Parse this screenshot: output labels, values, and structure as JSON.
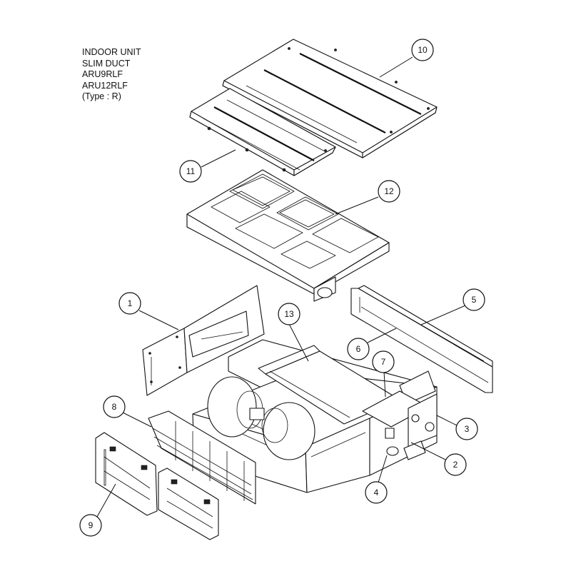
{
  "title": {
    "lines": [
      "INDOOR UNIT",
      "SLIM DUCT",
      "ARU9RLF",
      "ARU12RLF",
      "(Type : R)"
    ]
  },
  "callouts": [
    {
      "label": "1"
    },
    {
      "label": "2"
    },
    {
      "label": "3"
    },
    {
      "label": "4"
    },
    {
      "label": "5"
    },
    {
      "label": "6"
    },
    {
      "label": "7"
    },
    {
      "label": "8"
    },
    {
      "label": "9"
    },
    {
      "label": "10"
    },
    {
      "label": "11"
    },
    {
      "label": "12"
    },
    {
      "label": "13"
    }
  ]
}
